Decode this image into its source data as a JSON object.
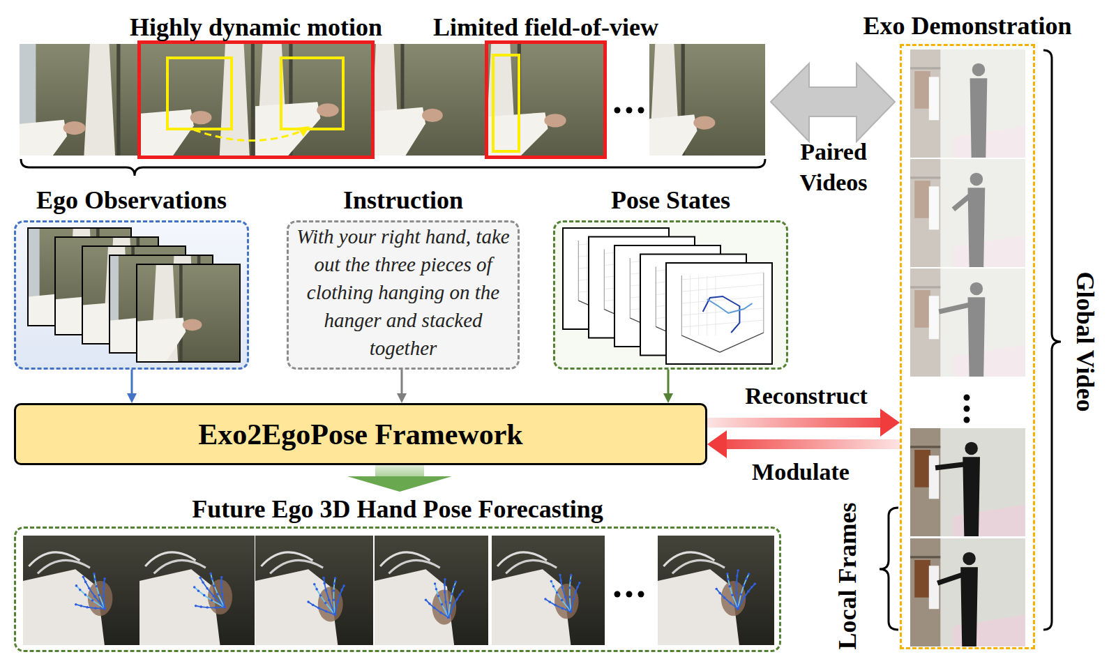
{
  "diagram": {
    "nodes": [
      {
        "text": [
          "Highly dynamic motion"
        ]
      },
      {
        "text": [
          "Limited field-of-view"
        ]
      },
      {
        "text": [
          "Exo Demonstration"
        ]
      },
      {
        "text": [
          "Ego Observations"
        ]
      },
      {
        "text": [
          "Instruction",
          "With your right hand, take out the three pieces of clothing hanging on the hanger and stacked together"
        ]
      },
      {
        "text": [
          "Pose States"
        ]
      },
      {
        "text": [
          "Exo2EgoPose Framework"
        ]
      },
      {
        "text": [
          "Future Ego 3D Hand Pose Forecasting"
        ]
      }
    ],
    "edges": [
      {
        "from": 3,
        "to": 6,
        "arrow": "to"
      },
      {
        "from": 4,
        "to": 6,
        "arrow": "to"
      },
      {
        "from": 5,
        "to": 6,
        "arrow": "to"
      },
      {
        "from": 6,
        "to": 2,
        "label": "Reconstruct",
        "arrow": "to"
      },
      {
        "from": 2,
        "to": 6,
        "label": "Modulate",
        "arrow": "to"
      },
      {
        "from": 6,
        "to": 7,
        "arrow": "to"
      }
    ],
    "labels": [
      "Paired Videos",
      "Global Video",
      "Local Frames"
    ]
  }
}
